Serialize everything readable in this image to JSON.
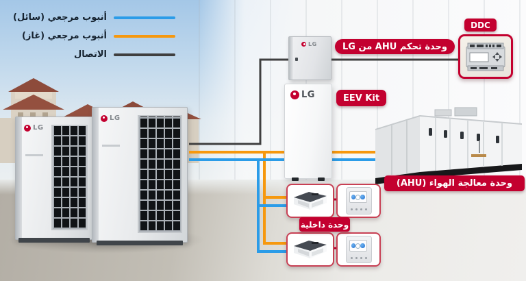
{
  "legend": {
    "items": [
      {
        "label": "أنبوب مرجعي (سائل)",
        "color": "#2b9ce8"
      },
      {
        "label": "أنبوب مرجعي (غاز)",
        "color": "#f6980e"
      },
      {
        "label": "الاتصال",
        "color": "#3f3f3f"
      }
    ]
  },
  "labels": {
    "ddc": "DDC",
    "ahu_controller": "وحدة تحكم AHU من LG",
    "eev_kit": "EEV Kit",
    "indoor_unit": "وحدة داخلية",
    "ahu": "وحدة معالجة الهواء (AHU)"
  },
  "brand": {
    "name": "LG"
  },
  "colors": {
    "accent_red": "#c3002f",
    "pipe_liquid_blue": "#2b9ce8",
    "pipe_gas_orange": "#f6980e",
    "comm_line_dark": "#3f3f3f"
  }
}
